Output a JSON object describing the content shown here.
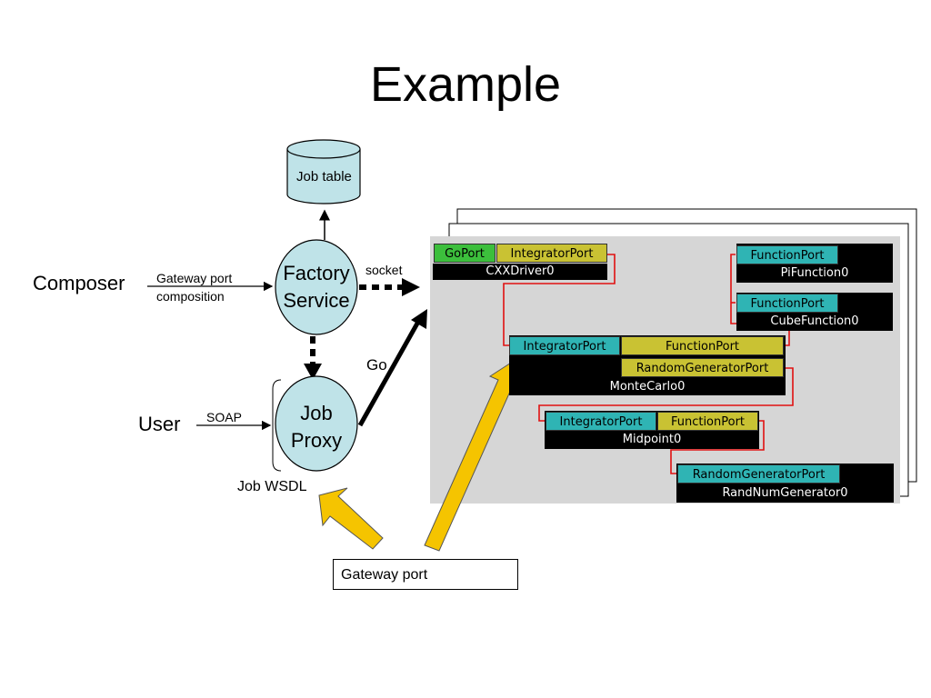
{
  "title": "Example",
  "labels": {
    "job_table": "Job table",
    "composer": "Composer",
    "gateway_port_composition_1": "Gateway port",
    "gateway_port_composition_2": "composition",
    "factory_1": "Factory",
    "factory_2": "Service",
    "socket": "socket",
    "go": "Go",
    "user": "User",
    "soap": "SOAP",
    "job_1": "Job",
    "job_2": "Proxy",
    "job_wsdl": "Job WSDL",
    "gateway_port": "Gateway port"
  },
  "components": {
    "cxxdriver": {
      "name": "CXXDriver0",
      "ports": [
        "GoPort",
        "IntegratorPort"
      ]
    },
    "pifunction": {
      "name": "PiFunction0",
      "ports": [
        "FunctionPort"
      ]
    },
    "cubefunction": {
      "name": "CubeFunction0",
      "ports": [
        "FunctionPort"
      ]
    },
    "montecarlo": {
      "name": "MonteCarlo0",
      "ports": [
        "IntegratorPort",
        "FunctionPort",
        "RandomGeneratorPort"
      ]
    },
    "midpoint": {
      "name": "Midpoint0",
      "ports": [
        "IntegratorPort",
        "FunctionPort"
      ]
    },
    "randnum": {
      "name": "RandNumGenerator0",
      "ports": [
        "RandomGeneratorPort"
      ]
    }
  },
  "colors": {
    "node_fill": "#bfe3e8",
    "canvas_bg": "#d6d6d6",
    "arrow_yellow": "#f5c400",
    "wire_red": "#e01010"
  }
}
